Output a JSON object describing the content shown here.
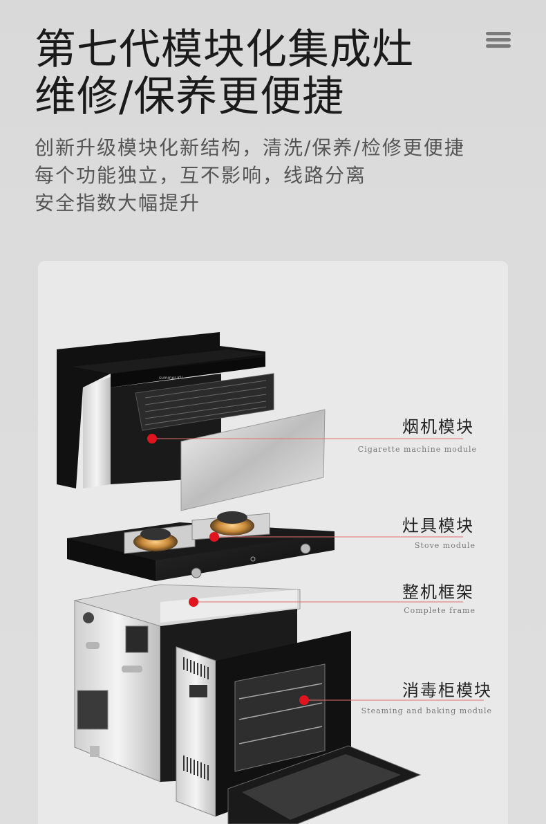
{
  "header": {
    "title_lines": [
      "第七代模块化集成灶",
      "维修/保养更便捷"
    ],
    "subtitle_lines": [
      "创新升级模块化新结构，清洗/保养/检修更便捷",
      "每个功能独立，互不影响，线路分离",
      "安全指数大幅提升"
    ],
    "menu_icon": "hamburger-menu-icon"
  },
  "modules": [
    {
      "zh": "烟机模块",
      "en": "Cigarette machine module"
    },
    {
      "zh": "灶具模块",
      "en": "Stove module"
    },
    {
      "zh": "整机框架",
      "en": "Complete frame"
    },
    {
      "zh": "消毒柜模块",
      "en": "Steaming and baking module"
    }
  ],
  "brand_text": "summer KIL",
  "colors": {
    "marker": "#e0141e",
    "line": "#e07070",
    "title": "#1a1a1a",
    "subtitle": "#555555"
  }
}
